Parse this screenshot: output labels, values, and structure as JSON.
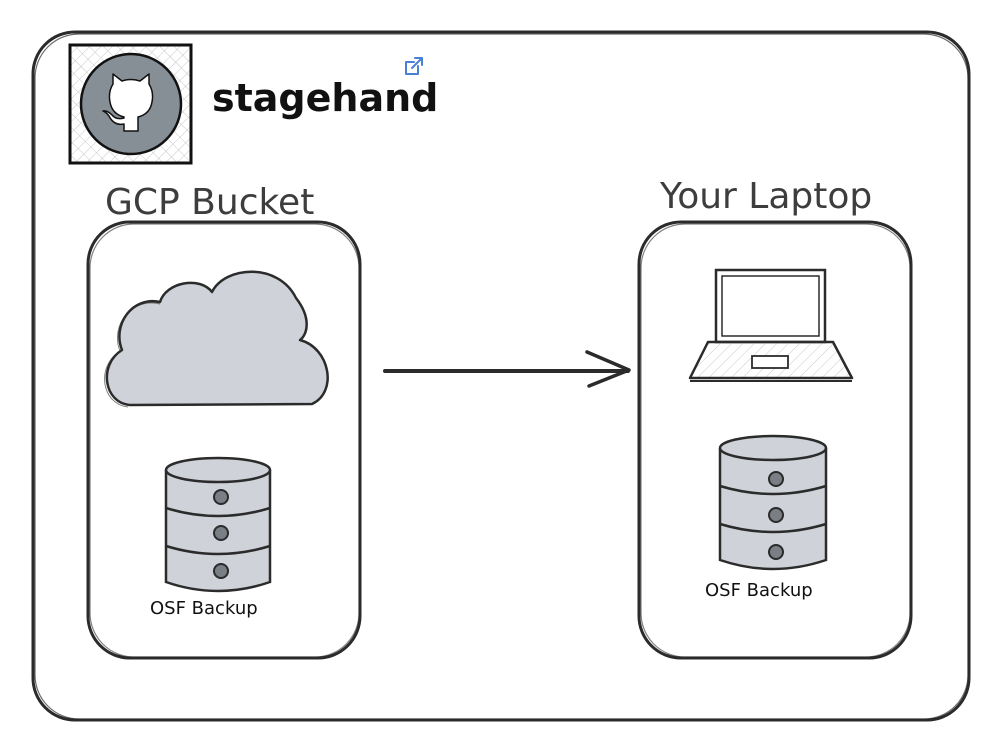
{
  "header": {
    "app_name": "stagehand",
    "avatar_icon": "github-octocat-icon",
    "link_icon": "external-link-icon",
    "link_color": "#4a7fd6"
  },
  "left_group": {
    "title": "GCP Bucket",
    "cloud_icon": "cloud-icon",
    "db_icon": "database-icon",
    "db_label": "OSF Backup"
  },
  "right_group": {
    "title": "Your Laptop",
    "laptop_icon": "laptop-icon",
    "db_icon": "database-icon",
    "db_label": "OSF Backup"
  },
  "connector": {
    "direction": "left-to-right"
  },
  "colors": {
    "stroke": "#2b2b2b",
    "fill_gray": "#cfd3d9",
    "avatar_gray": "#868e96",
    "title_gray": "#444444"
  }
}
